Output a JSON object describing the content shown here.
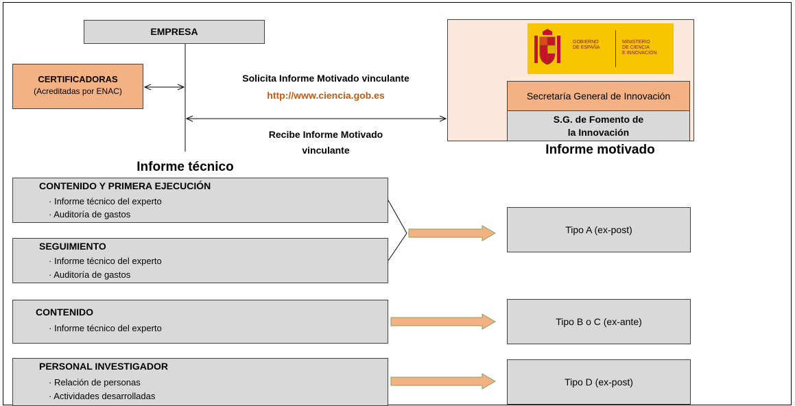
{
  "empresa": "EMPRESA",
  "certificadoras": {
    "title": "CERTIFICADORAS",
    "subtitle": "(Acreditadas por ENAC)"
  },
  "solicita": {
    "text": "Solicita Informe Motivado vinculante",
    "url": "http://www.ciencia.gob.es",
    "url_color": "#c55a11"
  },
  "recibe": {
    "line1": "Recibe Informe Motivado",
    "line2": "vinculante"
  },
  "gobierno": {
    "logo_text_1": [
      "GOBIERNO",
      "DE ESPAÑA"
    ],
    "logo_text_2": [
      "MINISTERIO",
      "DE CIENCIA",
      "E INNOVACIÓN"
    ],
    "secretaria": "Secretaría General de Innovación",
    "sg_line1": "S.G. de Fomento de",
    "sg_line2": "la Innovación",
    "panel_color": "#fde9dc",
    "secretaria_color": "#f4b183",
    "logo_color": "#f7c600"
  },
  "informe_motivado": "Informe motivado",
  "informe_tecnico": "Informe técnico",
  "left_blocks": [
    {
      "title": "CONTENIDO Y PRIMERA EJECUCIÓN",
      "items": [
        "Informe técnico del experto",
        "Auditoría de gastos"
      ]
    },
    {
      "title": "SEGUIMIENTO",
      "items": [
        "Informe técnico del experto",
        "Auditoría de gastos"
      ]
    },
    {
      "title": "CONTENIDO",
      "items": [
        "Informe técnico del experto"
      ]
    },
    {
      "title": "PERSONAL INVESTIGADOR",
      "items": [
        "Relación de personas",
        "Actividades desarrolladas"
      ]
    }
  ],
  "tipos": [
    "Tipo A (ex-post)",
    "Tipo B o C (ex-ante)",
    "Tipo D (ex-post)"
  ],
  "colors": {
    "box_gray": "#d9d9d9",
    "cert_orange": "#f4b183",
    "arrow_fill": "#f4b183",
    "arrow_stroke": "#8aa05a"
  }
}
